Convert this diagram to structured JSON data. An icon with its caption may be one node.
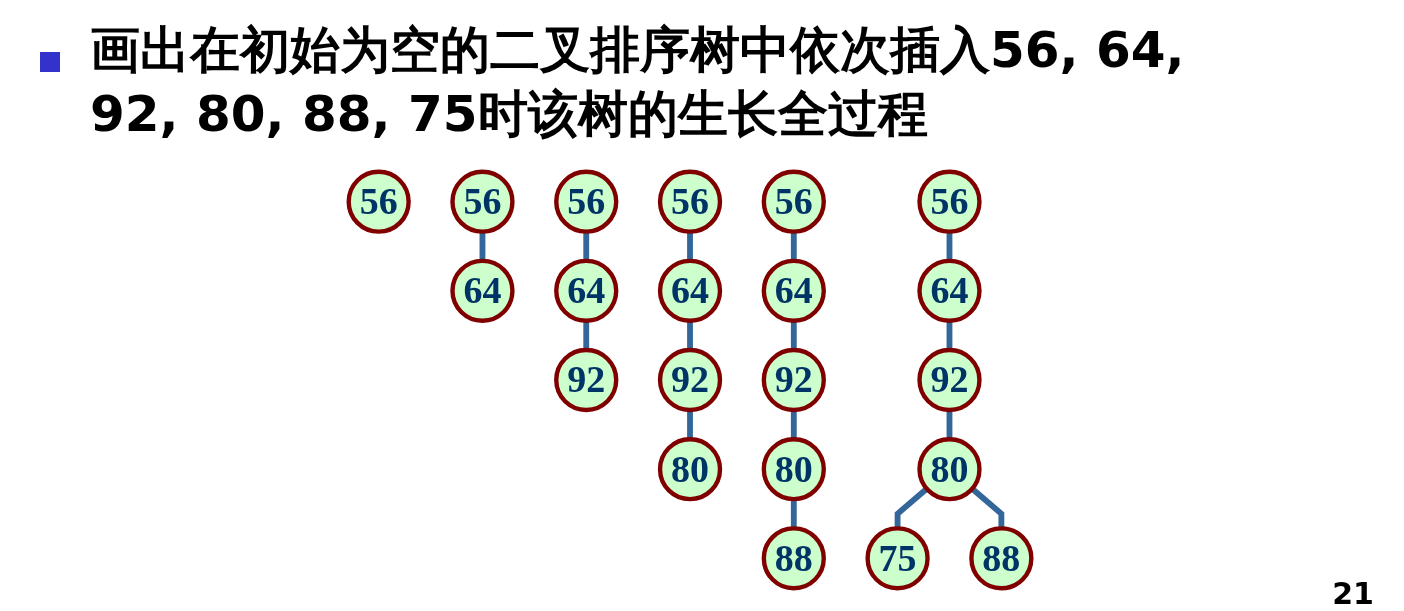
{
  "diagram": {
    "title": "画出在初始为空的二叉排序树中依次插入56, 64, 92, 80, 88, 75时该树的生长全过程",
    "nodes": [
      {
        "text": [
          "56"
        ]
      },
      {
        "text": [
          "56"
        ]
      },
      {
        "text": [
          "64"
        ]
      },
      {
        "text": [
          "56"
        ]
      },
      {
        "text": [
          "64"
        ]
      },
      {
        "text": [
          "92"
        ]
      },
      {
        "text": [
          "56"
        ]
      },
      {
        "text": [
          "64"
        ]
      },
      {
        "text": [
          "92"
        ]
      },
      {
        "text": [
          "80"
        ]
      },
      {
        "text": [
          "56"
        ]
      },
      {
        "text": [
          "64"
        ]
      },
      {
        "text": [
          "92"
        ]
      },
      {
        "text": [
          "80"
        ]
      },
      {
        "text": [
          "88"
        ]
      },
      {
        "text": [
          "56"
        ]
      },
      {
        "text": [
          "64"
        ]
      },
      {
        "text": [
          "92"
        ]
      },
      {
        "text": [
          "80"
        ]
      },
      {
        "text": [
          "75"
        ]
      },
      {
        "text": [
          "88"
        ]
      }
    ],
    "edges": [
      {
        "from": 1,
        "to": 2,
        "arrow": "none"
      },
      {
        "from": 3,
        "to": 4,
        "arrow": "none"
      },
      {
        "from": 4,
        "to": 5,
        "arrow": "none"
      },
      {
        "from": 6,
        "to": 7,
        "arrow": "none"
      },
      {
        "from": 7,
        "to": 8,
        "arrow": "none"
      },
      {
        "from": 8,
        "to": 9,
        "arrow": "none"
      },
      {
        "from": 10,
        "to": 11,
        "arrow": "none"
      },
      {
        "from": 11,
        "to": 12,
        "arrow": "none"
      },
      {
        "from": 12,
        "to": 13,
        "arrow": "none"
      },
      {
        "from": 13,
        "to": 14,
        "arrow": "none"
      },
      {
        "from": 15,
        "to": 16,
        "arrow": "none"
      },
      {
        "from": 16,
        "to": 17,
        "arrow": "none"
      },
      {
        "from": 17,
        "to": 18,
        "arrow": "none"
      },
      {
        "from": 18,
        "to": 19,
        "arrow": "none"
      },
      {
        "from": 18,
        "to": 20,
        "arrow": "none"
      }
    ],
    "labels": [
      "21"
    ]
  }
}
